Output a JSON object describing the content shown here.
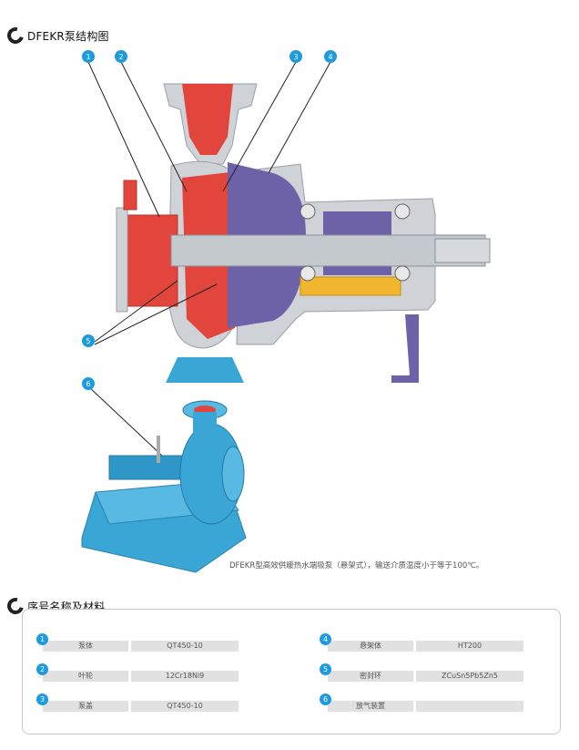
{
  "structure_section": {
    "title": "DFEKR泵结构图"
  },
  "callouts": [
    "1",
    "2",
    "3",
    "4",
    "5",
    "6"
  ],
  "caption": "DFEKR型高效供暖热水端吸泵（悬架式），输送介质温度小于等于100℃。",
  "materials_section": {
    "title": "序号名称及材料",
    "rows": [
      {
        "num": "1",
        "name": "泵体",
        "material": "QT450-10"
      },
      {
        "num": "2",
        "name": "叶轮",
        "material": "12Cr18Ni9"
      },
      {
        "num": "3",
        "name": "泵盖",
        "material": "QT450-10"
      },
      {
        "num": "4",
        "name": "悬架体",
        "material": "HT200"
      },
      {
        "num": "5",
        "name": "密封环",
        "material": "ZCuSn5Pb5Zn5"
      },
      {
        "num": "6",
        "name": "放气装置",
        "material": ""
      }
    ]
  },
  "colors": {
    "accent": "#1e9be0",
    "pump_red": "#e2453c",
    "cover_purple": "#6d61a8",
    "frame_grey": "#cfd2d6",
    "oil_yellow": "#f0b630",
    "pump_blue": "#3aa6d6"
  }
}
